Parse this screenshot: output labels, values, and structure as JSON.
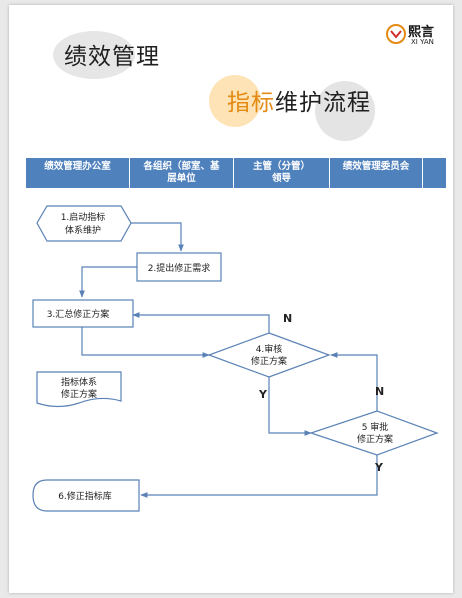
{
  "title": {
    "main": "绩效管理",
    "sub_highlight": "指标",
    "sub_rest": "维护流程"
  },
  "logo": {
    "brand": "熙言",
    "brand_en": "XI YAN"
  },
  "lanes": [
    {
      "line1": "绩效管理办公室",
      "line2": ""
    },
    {
      "line1": "各组织（部室、基",
      "line2": "层单位"
    },
    {
      "line1": "主管（分管）",
      "line2": "领导"
    },
    {
      "line1": "绩效管理委员会",
      "line2": ""
    }
  ],
  "nodes": {
    "start": {
      "line1": "1.启动指标",
      "line2": "体系维护"
    },
    "step2": {
      "label": "2.提出修正需求"
    },
    "step3": {
      "label": "3.汇总修正方案"
    },
    "doc": {
      "line1": "指标体系",
      "line2": "修正方案"
    },
    "review": {
      "line1": "4.审核",
      "line2": "修正方案"
    },
    "approve": {
      "line1": "5 审批",
      "line2": "修正方案"
    },
    "end": {
      "label": "6.修正指标库"
    }
  },
  "edge_labels": {
    "review_no": "N",
    "review_yes": "Y",
    "approve_no": "N",
    "approve_yes": "Y"
  },
  "colors": {
    "header": "#4f81bd",
    "stroke": "#5b82b6",
    "node_fill": "#ffffff",
    "accent": "#e58a12",
    "deco_grey": "#dcdcdc",
    "deco_orange": "#fde3b5"
  }
}
